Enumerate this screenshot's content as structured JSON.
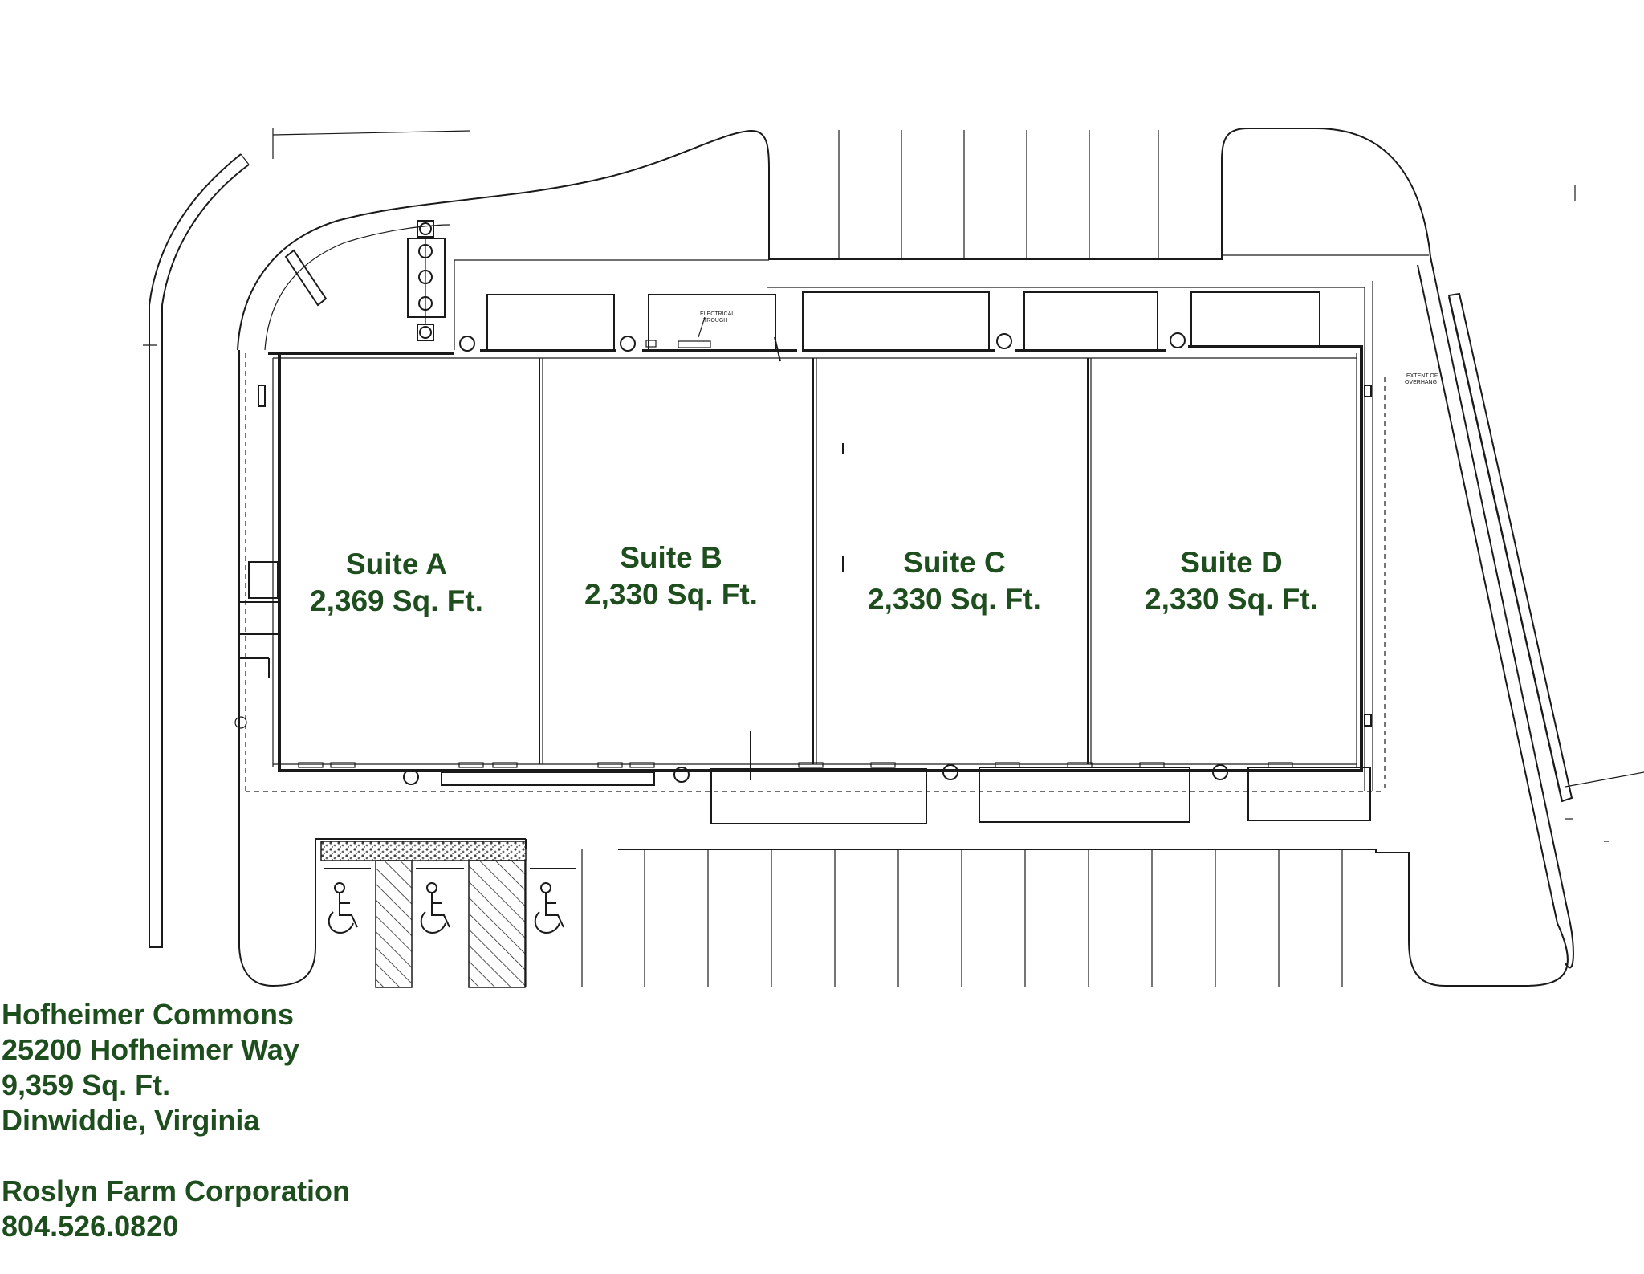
{
  "colors": {
    "label_text": "#1e4d1e",
    "drawing_line": "#1a1a1a",
    "background": "#ffffff"
  },
  "drawing_notes": {
    "electrical_trough_1": "ELECTRICAL",
    "electrical_trough_2": "TROUGH",
    "overhang_1": "EXTENT OF",
    "overhang_2": "OVERHANG"
  },
  "suites": [
    {
      "name": "Suite A",
      "area": "2,369 Sq. Ft."
    },
    {
      "name": "Suite B",
      "area": "2,330 Sq. Ft."
    },
    {
      "name": "Suite C",
      "area": "2,330 Sq. Ft."
    },
    {
      "name": "Suite D",
      "area": "2,330 Sq. Ft."
    }
  ],
  "property": {
    "name": "Hofheimer Commons",
    "address": "25200 Hofheimer Way",
    "total_area": "9,359 Sq. Ft.",
    "location": "Dinwiddie, Virginia"
  },
  "contact": {
    "company": "Roslyn Farm Corporation",
    "phone": "804.526.0820"
  },
  "icons": {
    "accessible_parking": "wheelchair-icon",
    "light_pole": "light-pole-icon"
  }
}
